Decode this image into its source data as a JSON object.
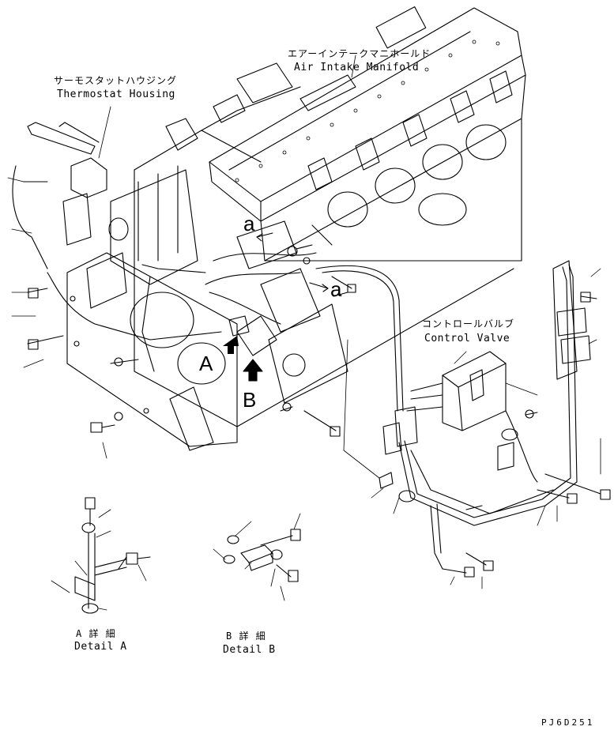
{
  "labels": {
    "air_intake_jp": "エアーインテークマニホールド",
    "air_intake_en": "Air Intake Manifold",
    "thermostat_jp": "サーモスタットハウジング",
    "thermostat_en": "Thermostat Housing",
    "control_valve_jp": "コントロールバルブ",
    "control_valve_en": "Control Valve",
    "detail_a_jp": "A 詳 細",
    "detail_a_en": "Detail A",
    "detail_b_jp": "B 詳 細",
    "detail_b_en": "Detail B",
    "callout_a": "A",
    "callout_b": "B",
    "ref_a1": "a",
    "ref_a2": "a",
    "drawing_code": "PJ6D251"
  },
  "colors": {
    "ink": "#000000",
    "paper": "#ffffff"
  }
}
